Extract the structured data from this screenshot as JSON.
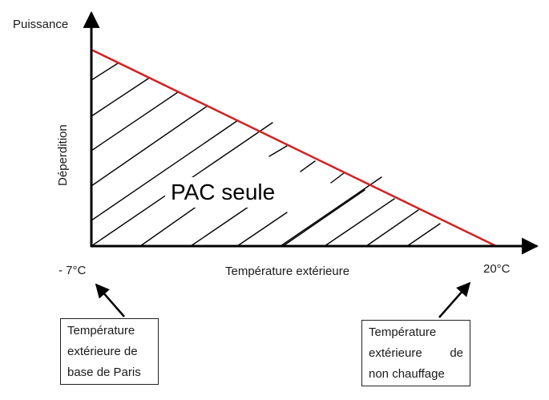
{
  "diagram": {
    "y_axis": {
      "title": "Puissance",
      "subtitle": "Déperdition"
    },
    "x_axis": {
      "title": "Température extérieure",
      "min_label": "- 7°C",
      "max_label": "20°C"
    },
    "region_label": "PAC seule",
    "line_color": "#d42020",
    "axis_color": "#000000",
    "callouts": [
      {
        "lines": [
          "Température",
          "extérieure de",
          "base de Paris"
        ],
        "points_to": "- 7°C"
      },
      {
        "lines": [
          "Température",
          "extérieure",
          "de",
          "non chauffage"
        ],
        "points_to": "20°C"
      }
    ]
  },
  "chart_data": {
    "type": "line",
    "title": "",
    "xlabel": "Température extérieure",
    "ylabel": "Puissance / Déperdition",
    "x": [
      "-7°C",
      "20°C"
    ],
    "series": [
      {
        "name": "Déperdition",
        "values": [
          1,
          0
        ]
      }
    ],
    "annotations": [
      "PAC seule (hatched area under the heat-loss line)",
      "Température extérieure de base de Paris (-7°C)",
      "Température extérieure de non chauffage (20°C)"
    ],
    "grid": false
  }
}
